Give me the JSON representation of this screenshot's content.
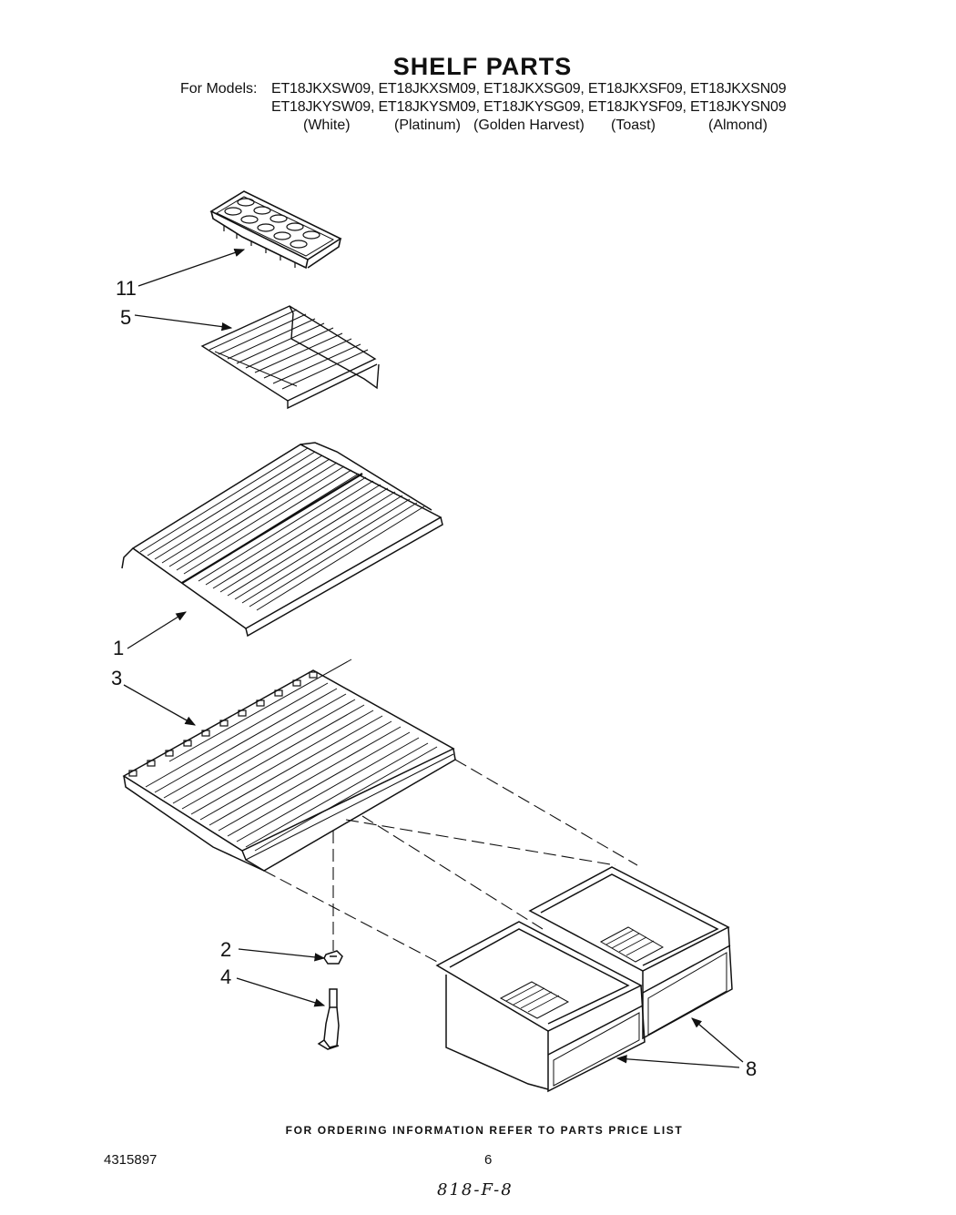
{
  "header": {
    "title": "SHELF PARTS",
    "models_label": "For Models:",
    "models_row1": "ET18JKXSW09, ET18JKXSM09, ET18JKXSG09, ET18JKXSF09, ET18JKXSN09",
    "models_row2": "ET18JKYSW09, ET18JKYSM09, ET18JKYSG09, ET18JKYSF09, ET18JKYSN09",
    "colors": [
      "(White)",
      "(Platinum)",
      "(Golden Harvest)",
      "(Toast)",
      "(Almond)"
    ]
  },
  "callouts": {
    "ice_tray": "11",
    "half_shelf": "5",
    "shelf": "1",
    "crisper_cover": "3",
    "support": "2",
    "screw": "4",
    "crisper_drawers": "8"
  },
  "footer": {
    "ordering_note": "FOR ORDERING INFORMATION REFER TO PARTS PRICE LIST",
    "doc_number": "4315897",
    "page_number": "6",
    "handwritten_note": "818-F-8"
  }
}
